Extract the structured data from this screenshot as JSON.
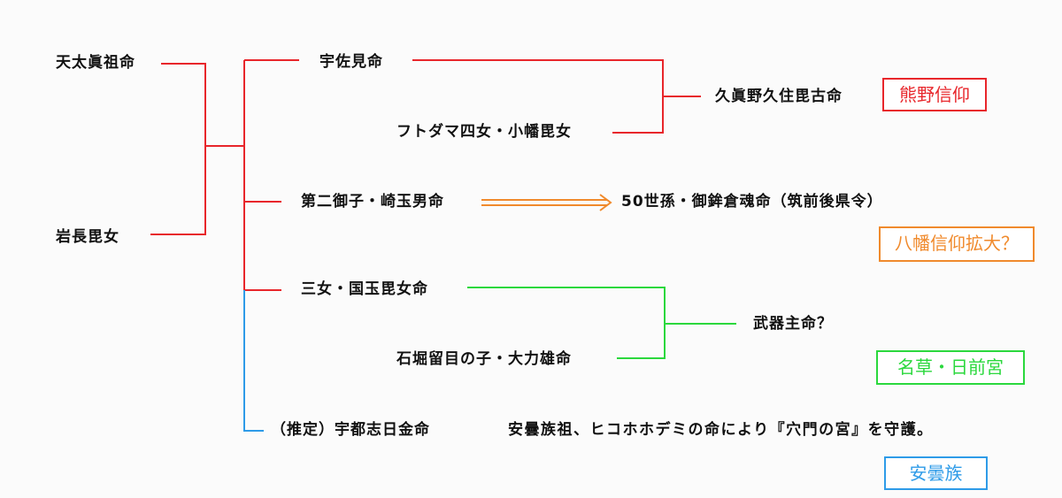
{
  "persons": {
    "amenotomaso": "天太眞祖命",
    "iwanagahime": "岩長毘女",
    "usami": "宇佐見命",
    "futodama_daughter": "フトダマ四女・小幡毘女",
    "kumanokusumi": "久眞野久住毘古命",
    "second_son": "第二御子・崎玉男命",
    "descendant_50": "50世孫・御鉾倉魂命（筑前後県令）",
    "third_daughter": "三女・国玉毘女命",
    "ishibori_son": "石堀留目の子・大力雄命",
    "bukinushi": "武器主命？",
    "utsushihi": "（推定）宇都志日金命"
  },
  "notes": {
    "azumi": "安曇族祖、ヒコホホデミの命により『穴門の宮』を守護。"
  },
  "badges": {
    "kumano": "熊野信仰",
    "hachiman": "八幡信仰拡大？",
    "nagusa": "名草・日前宮",
    "azumi": "安曇族"
  },
  "colors": {
    "red": "#e8262b",
    "orange": "#f08a2c",
    "green": "#2bd83d",
    "blue": "#2e9be8",
    "text": "#111111"
  }
}
